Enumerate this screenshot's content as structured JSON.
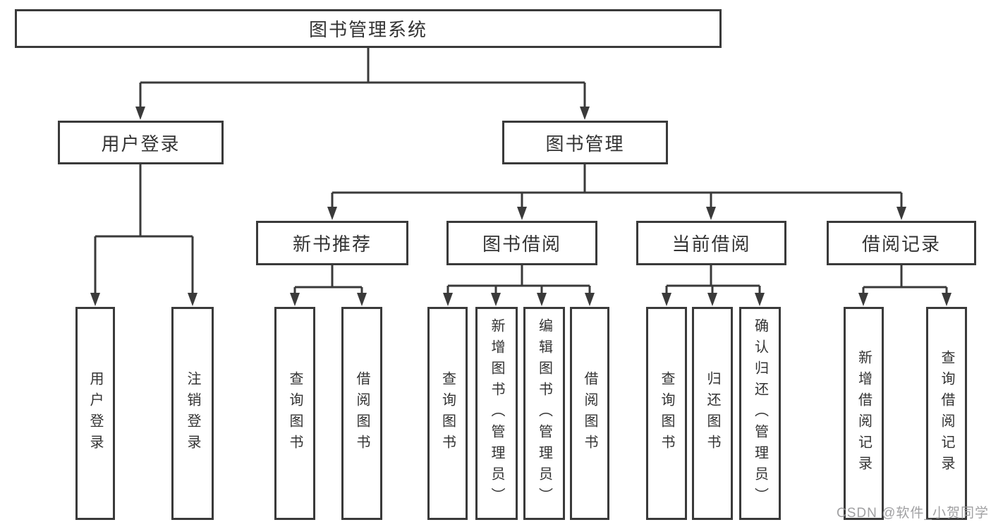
{
  "colors": {
    "line": "#3a3a3a",
    "node_border": "#3a3a3a",
    "node_background": "#ffffff",
    "text": "#333333",
    "watermark": "#969698"
  },
  "tree": {
    "root": {
      "label": "图书管理系统"
    },
    "branches": [
      {
        "label": "用户登录",
        "children": [
          {
            "label": "用户登录"
          },
          {
            "label": "注销登录"
          }
        ]
      },
      {
        "label": "图书管理",
        "children": [
          {
            "label": "新书推荐",
            "children": [
              {
                "label": "查询图书"
              },
              {
                "label": "借阅图书"
              }
            ]
          },
          {
            "label": "图书借阅",
            "children": [
              {
                "label": "查询图书"
              },
              {
                "label": "新增图书（管理员）"
              },
              {
                "label": "编辑图书（管理员）"
              },
              {
                "label": "借阅图书"
              }
            ]
          },
          {
            "label": "当前借阅",
            "children": [
              {
                "label": "查询图书"
              },
              {
                "label": "归还图书"
              },
              {
                "label": "确认归还（管理员）"
              }
            ]
          },
          {
            "label": "借阅记录",
            "children": [
              {
                "label": "新增借阅记录"
              },
              {
                "label": "查询借阅记录"
              }
            ]
          }
        ]
      }
    ]
  },
  "watermark": {
    "text": "CSDN @软件_小贺同学"
  }
}
